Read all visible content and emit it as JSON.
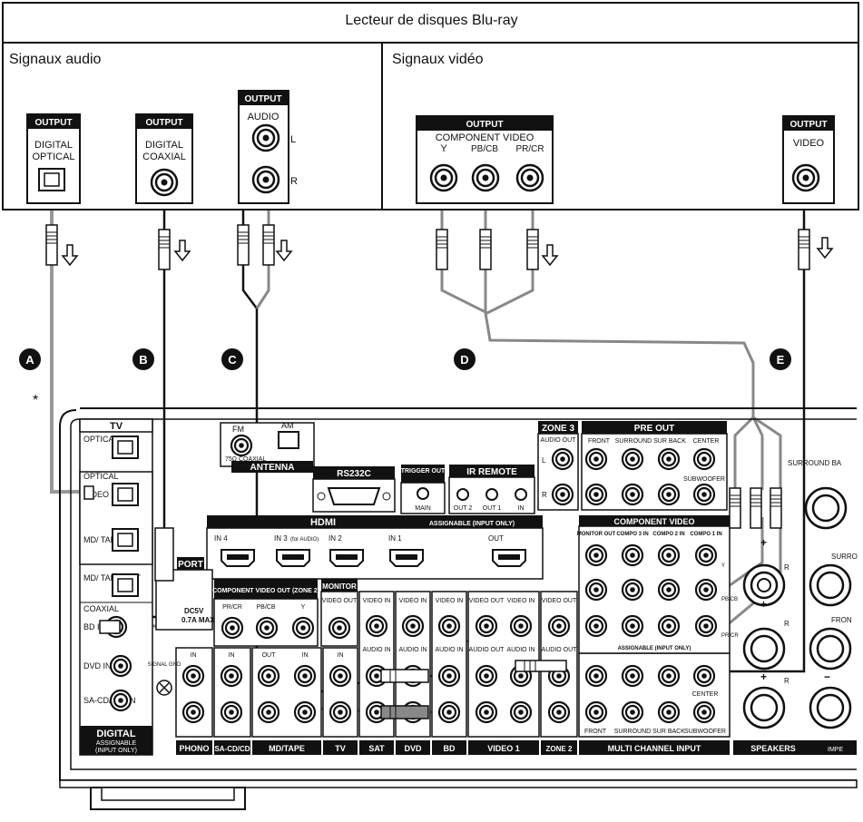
{
  "header": {
    "player_title": "Lecteur de disques Blu-ray",
    "audio_section": "Signaux audio",
    "video_section": "Signaux vidéo"
  },
  "player_outputs": {
    "optical": {
      "tag": "OUTPUT",
      "line1": "DIGITAL",
      "line2": "OPTICAL"
    },
    "coaxial": {
      "tag": "OUTPUT",
      "line1": "DIGITAL",
      "line2": "COAXIAL"
    },
    "audio": {
      "tag": "OUTPUT",
      "label": "AUDIO",
      "l": "L",
      "r": "R"
    },
    "component": {
      "tag": "OUTPUT",
      "label": "COMPONENT VIDEO",
      "y": "Y",
      "pb": "PB/CB",
      "pr": "PR/CR"
    },
    "video": {
      "tag": "OUTPUT",
      "label": "VIDEO"
    }
  },
  "cable_markers": [
    "A",
    "B",
    "C",
    "D",
    "E"
  ],
  "footnote_marker": "*",
  "receiver": {
    "tv_box": {
      "title": "TV",
      "optical_in": "OPTICAL IN",
      "optical": "OPTICAL",
      "video1": "VIDEO 1 IN",
      "md_tape_in": "MD/ TAPE IN",
      "md_tape_out": "MD/ TAPE OUT",
      "coaxial": "COAXIAL",
      "bd_in": "BD IN",
      "dvd_in": "DVD IN",
      "sacd_in": "SA-CD/ CD IN",
      "digital": "DIGITAL",
      "assignable": "ASSIGNABLE",
      "input_only": "(INPUT ONLY)"
    },
    "antenna": {
      "fm": "FM",
      "am": "AM",
      "coaxial": "75Ω COAXIAL",
      "label": "ANTENNA"
    },
    "rs232c": "RS232C",
    "trigger": {
      "label": "TRIGGER OUT",
      "main": "MAIN"
    },
    "ir_remote": {
      "label": "IR REMOTE",
      "out2": "OUT 2",
      "out1": "OUT 1",
      "in": "IN"
    },
    "zone3": {
      "label": "ZONE 3",
      "audio_out": "AUDIO OUT",
      "l": "L",
      "r": "R"
    },
    "pre_out": {
      "label": "PRE OUT",
      "front": "FRONT",
      "surround": "SURROUND",
      "sur_back": "SUR BACK",
      "center": "CENTER",
      "subwoofer": "SUBWOOFER"
    },
    "hdmi": {
      "label": "HDMI",
      "assignable": "ASSIGNABLE (INPUT ONLY)",
      "in4": "IN 4",
      "in3": "IN 3",
      "for_audio": "(for AUDIO)",
      "in2": "IN 2",
      "in1": "IN 1",
      "out": "OUT"
    },
    "port": {
      "label": "PORT",
      "dc": "DC5V",
      "max": "0.7A MAX"
    },
    "component_out": {
      "label": "COMPONENT VIDEO OUT (ZONE 2)",
      "pr": "PR/CR",
      "pb": "PB/CB",
      "y": "Y"
    },
    "monitor": {
      "label": "MONITOR",
      "video_out": "VIDEO OUT"
    },
    "component_video": {
      "label": "COMPONENT VIDEO",
      "monitor_out": "MONITOR OUT",
      "compo3": "COMPO 3 IN",
      "compo2": "COMPO 2 IN",
      "compo1": "COMPO 1 IN",
      "y": "Y",
      "pb": "PB/CB",
      "pr": "PR/CR",
      "assignable": "ASSIGNABLE (INPUT ONLY)"
    },
    "video_in": "VIDEO IN",
    "audio_in": "AUDIO IN",
    "video_out": "VIDEO OUT",
    "audio_out": "AUDIO OUT",
    "signal_gnd": "SIGNAL GND",
    "bottom_labels": [
      "PHONO",
      "SA-CD/CD",
      "MD/TAPE",
      "TV",
      "SAT",
      "DVD",
      "BD",
      "VIDEO 1",
      "ZONE 2",
      "MULTI CHANNEL INPUT",
      "SPEAKERS"
    ],
    "multi_labels": {
      "front": "FRONT",
      "surround": "SURROUND",
      "sur_back": "SUR BACK",
      "center": "CENTER",
      "subwoofer": "SUBWOOFER"
    },
    "speakers": {
      "label": "SPEAKERS",
      "impedance": "IMPE",
      "surround_back": "SURROUND BA",
      "surround": "SURRO",
      "front": "FRON",
      "r": "R",
      "plus": "+",
      "minus": "−"
    }
  }
}
